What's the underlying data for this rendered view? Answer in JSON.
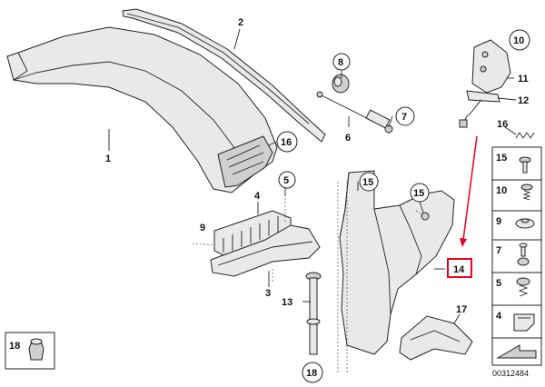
{
  "callouts": {
    "c1": "1",
    "c2": "2",
    "c3": "3",
    "c4": "4",
    "c5": "5",
    "c6": "6",
    "c7": "7",
    "c8": "8",
    "c9": "9",
    "c10": "10",
    "c11": "11",
    "c12": "12",
    "c13": "13",
    "c14": "14",
    "c15a": "15",
    "c15b": "15",
    "c16a": "16",
    "c16b": "16",
    "c17": "17",
    "c18a": "18",
    "c18b": "18"
  },
  "legend": {
    "items": [
      "15",
      "10",
      "9",
      "7",
      "5",
      "4"
    ]
  },
  "diagram_id": "00312484",
  "colors": {
    "highlight": "#e8001c",
    "ink": "#222222",
    "fill": "#e9e9e9"
  }
}
